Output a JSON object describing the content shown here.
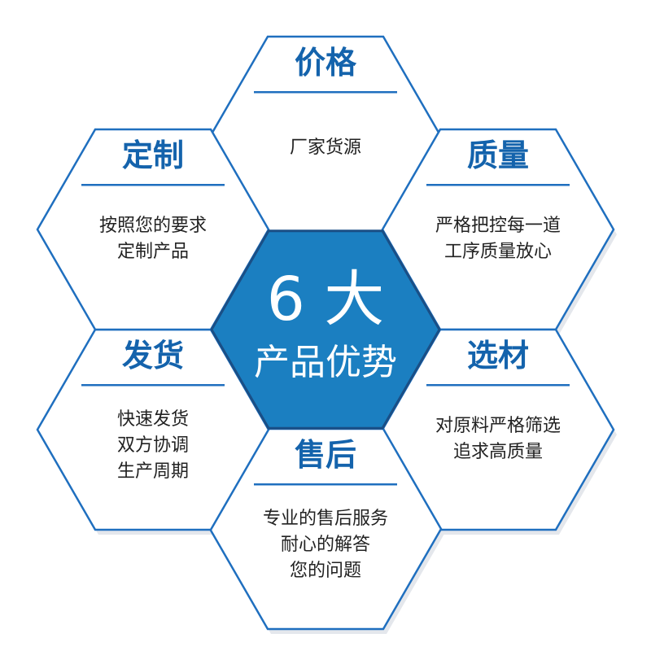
{
  "center": {
    "big": "6 大",
    "sub": "产品优势"
  },
  "hexes": [
    {
      "id": "price",
      "title": "价格",
      "lines": [
        "厂家货源"
      ]
    },
    {
      "id": "quality",
      "title": "质量",
      "lines": [
        "严格把控每一道",
        "工序质量放心"
      ]
    },
    {
      "id": "material",
      "title": "选材",
      "lines": [
        "对原料严格筛选",
        "追求高质量"
      ]
    },
    {
      "id": "aftersale",
      "title": "售后",
      "lines": [
        "专业的售后服务",
        "耐心的解答",
        "您的问题"
      ]
    },
    {
      "id": "shipping",
      "title": "发货",
      "lines": [
        "快速发货",
        "双方协调",
        "生产周期"
      ]
    },
    {
      "id": "custom",
      "title": "定制",
      "lines": [
        "按照您的要求",
        "定制产品"
      ]
    }
  ],
  "colors": {
    "accent": "#1f6fbf",
    "center_fill": "#1b7fc1",
    "title_text": "#1463ac",
    "body_text": "#222222"
  }
}
